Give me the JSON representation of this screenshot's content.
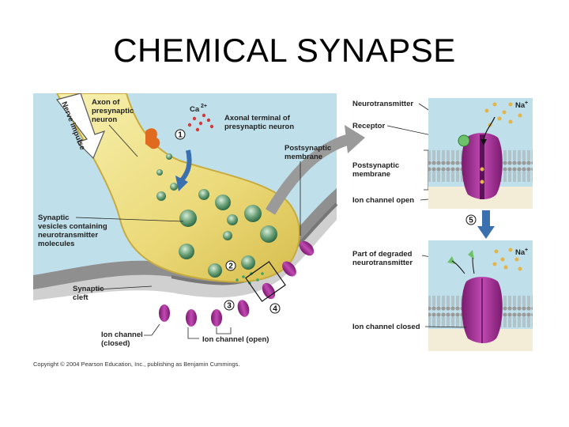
{
  "slide": {
    "title": "CHEMICAL SYNAPSE"
  },
  "figure": {
    "left_panel": {
      "nerve_impulse": "Nerve impulse",
      "axon_label": [
        "Axon of",
        "presynaptic",
        "neuron"
      ],
      "calcium_label": "Ca",
      "calcium_charge": "2+",
      "axonal_terminal_label": [
        "Axonal terminal of",
        "presynaptic neuron"
      ],
      "postsynaptic_membrane_label": [
        "Postsynaptic",
        "membrane"
      ],
      "vesicles_label": [
        "Synaptic",
        "vesicles containing",
        "neurotransmitter",
        "molecules"
      ],
      "cleft_label": [
        "Synaptic",
        "cleft"
      ],
      "ion_channel_closed_label": [
        "Ion channel",
        "(closed)"
      ],
      "ion_channel_open_label": "Ion channel (open)",
      "steps": [
        "1",
        "2",
        "3",
        "4"
      ]
    },
    "right_panel": {
      "neurotransmitter_label": "Neurotransmitter",
      "receptor_label": "Receptor",
      "postsynaptic_membrane_label": [
        "Postsynaptic",
        "membrane"
      ],
      "ion_channel_open_label": "Ion channel open",
      "sodium_label": "Na",
      "sodium_charge": "+",
      "step5": "5",
      "degraded_label": [
        "Part of degraded",
        "neurotransmitter"
      ],
      "ion_channel_closed_label": "Ion channel closed"
    },
    "copyright": "Copyright © 2004 Pearson Education, Inc., publishing as Benjamin Cummings."
  }
}
